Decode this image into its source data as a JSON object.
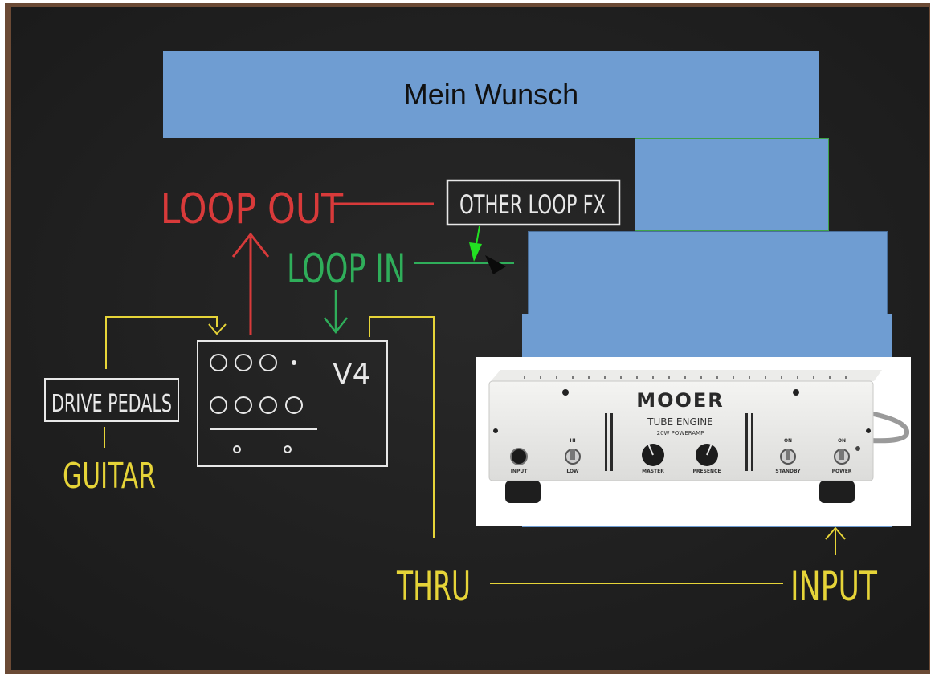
{
  "title": "Mein Wunsch",
  "labels": {
    "loop_out": "LOOP OUT",
    "other_loop_fx": "OTHER LOOP FX",
    "loop_in": "LOOP IN",
    "v4": "V4",
    "drive_pedals": "DRIVE PEDALS",
    "guitar": "GUITAR",
    "thru": "THRU",
    "input": "INPUT"
  },
  "amp": {
    "brand": "MOOER",
    "model": "TUBE ENGINE",
    "subtitle": "20W POWERAMP",
    "controls": {
      "input": "INPUT",
      "hi": "HI",
      "low": "LOW",
      "master": "MASTER",
      "presence": "PRESENCE",
      "standby_on": "ON",
      "standby": "STANDBY",
      "power_on": "ON",
      "power": "POWER"
    }
  },
  "colors": {
    "board": "#1e1e1e",
    "frame": "#6b4a35",
    "chalk_red": "#d83a3a",
    "chalk_green": "#2fae5a",
    "chalk_yellow": "#e6d438",
    "chalk_white": "#e8e8e8",
    "overlay_blue": "#6f9dd2",
    "arrow_green": "#22e022"
  }
}
